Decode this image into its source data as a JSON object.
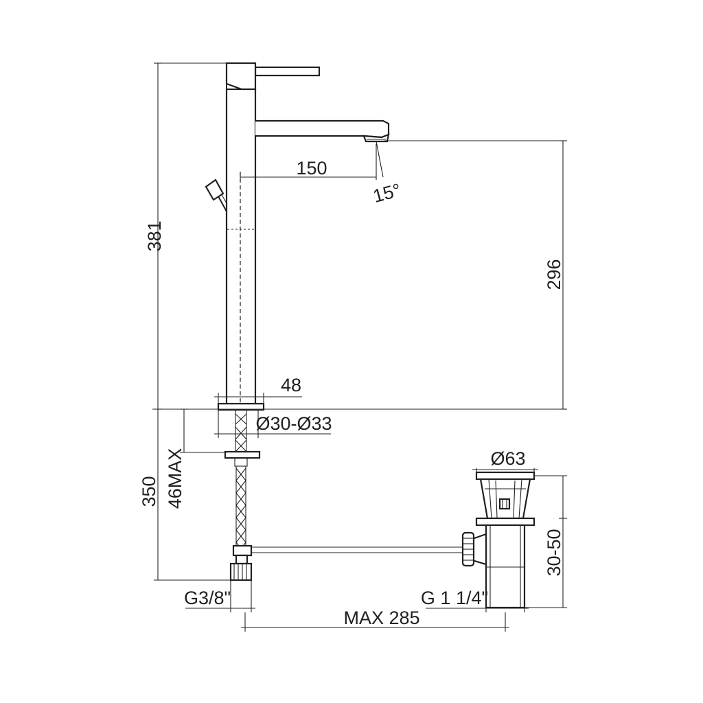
{
  "dimensions": {
    "total_height": "381",
    "spout_reach": "150",
    "spout_angle": "15°",
    "spout_height": "296",
    "base_diameter": "48",
    "hole_diameter": "Ø30-Ø33",
    "max_deck_thickness": "46MAX",
    "hose_length": "350",
    "drain_diameter": "Ø63",
    "drain_range": "30-50",
    "inlet_thread": "G3/8\"",
    "drain_thread": "G 1 1/4\"",
    "max_rod_length": "MAX 285"
  }
}
